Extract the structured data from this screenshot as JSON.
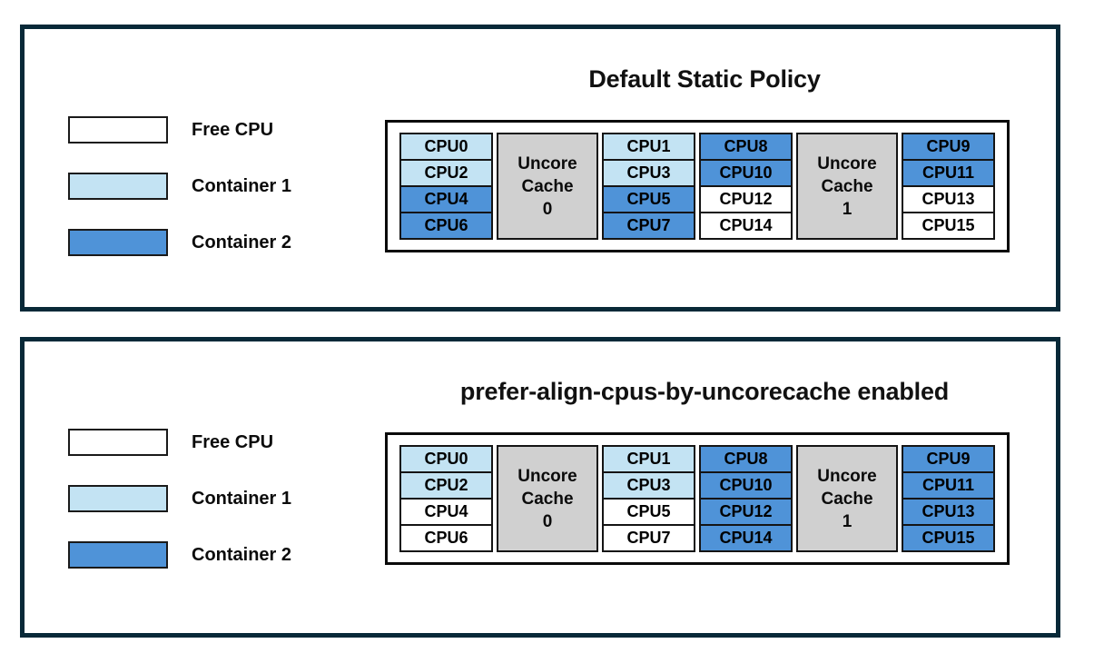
{
  "colors": {
    "free": "#ffffff",
    "container1": "#c3e3f3",
    "container2": "#4f93d8",
    "uncore": "#d0d0d0",
    "panel_border": "#082938"
  },
  "legend": [
    {
      "label": "Free CPU",
      "state": "free"
    },
    {
      "label": "Container 1",
      "state": "container1"
    },
    {
      "label": "Container 2",
      "state": "container2"
    }
  ],
  "panels": [
    {
      "title": "Default Static Policy",
      "groups": [
        {
          "uncore_lines": [
            "Uncore",
            "Cache",
            "0"
          ],
          "left_cpus": [
            {
              "label": "CPU0",
              "state": "container1"
            },
            {
              "label": "CPU2",
              "state": "container1"
            },
            {
              "label": "CPU4",
              "state": "container2"
            },
            {
              "label": "CPU6",
              "state": "container2"
            }
          ],
          "right_cpus": [
            {
              "label": "CPU1",
              "state": "container1"
            },
            {
              "label": "CPU3",
              "state": "container1"
            },
            {
              "label": "CPU5",
              "state": "container2"
            },
            {
              "label": "CPU7",
              "state": "container2"
            }
          ]
        },
        {
          "uncore_lines": [
            "Uncore",
            "Cache",
            "1"
          ],
          "left_cpus": [
            {
              "label": "CPU8",
              "state": "container2"
            },
            {
              "label": "CPU10",
              "state": "container2"
            },
            {
              "label": "CPU12",
              "state": "free"
            },
            {
              "label": "CPU14",
              "state": "free"
            }
          ],
          "right_cpus": [
            {
              "label": "CPU9",
              "state": "container2"
            },
            {
              "label": "CPU11",
              "state": "container2"
            },
            {
              "label": "CPU13",
              "state": "free"
            },
            {
              "label": "CPU15",
              "state": "free"
            }
          ]
        }
      ]
    },
    {
      "title": "prefer-align-cpus-by-uncorecache enabled",
      "groups": [
        {
          "uncore_lines": [
            "Uncore",
            "Cache",
            "0"
          ],
          "left_cpus": [
            {
              "label": "CPU0",
              "state": "container1"
            },
            {
              "label": "CPU2",
              "state": "container1"
            },
            {
              "label": "CPU4",
              "state": "free"
            },
            {
              "label": "CPU6",
              "state": "free"
            }
          ],
          "right_cpus": [
            {
              "label": "CPU1",
              "state": "container1"
            },
            {
              "label": "CPU3",
              "state": "container1"
            },
            {
              "label": "CPU5",
              "state": "free"
            },
            {
              "label": "CPU7",
              "state": "free"
            }
          ]
        },
        {
          "uncore_lines": [
            "Uncore",
            "Cache",
            "1"
          ],
          "left_cpus": [
            {
              "label": "CPU8",
              "state": "container2"
            },
            {
              "label": "CPU10",
              "state": "container2"
            },
            {
              "label": "CPU12",
              "state": "container2"
            },
            {
              "label": "CPU14",
              "state": "container2"
            }
          ],
          "right_cpus": [
            {
              "label": "CPU9",
              "state": "container2"
            },
            {
              "label": "CPU11",
              "state": "container2"
            },
            {
              "label": "CPU13",
              "state": "container2"
            },
            {
              "label": "CPU15",
              "state": "container2"
            }
          ]
        }
      ]
    }
  ]
}
